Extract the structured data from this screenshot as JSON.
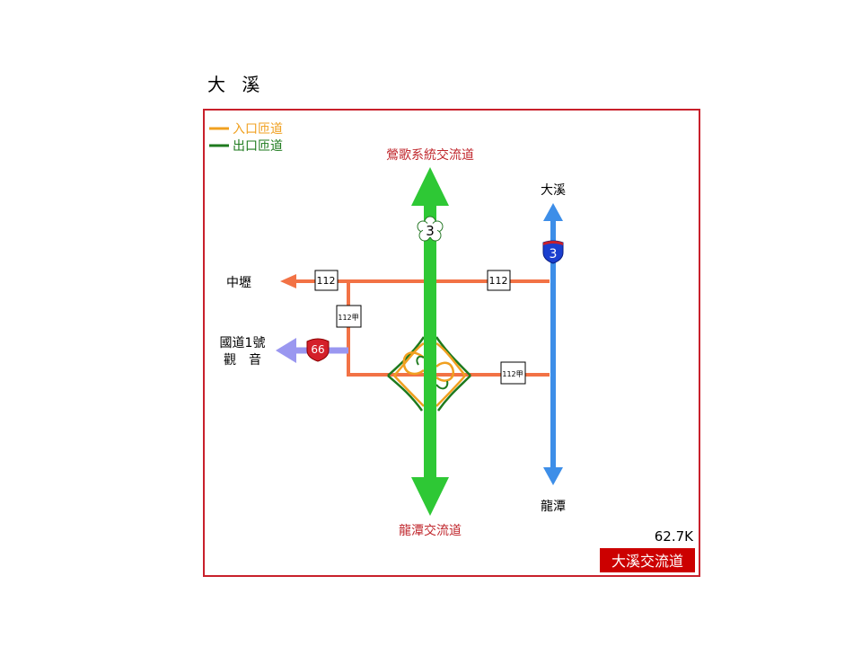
{
  "page_title": "大 溪",
  "legend": {
    "entrance_label": "入口匝道",
    "exit_label": "出口匝道"
  },
  "colors": {
    "frame": "#c8202b",
    "freeway": "#2ec835",
    "expressway": "#3d8ee8",
    "local_road": "#f27245",
    "county_road": "#9a97f0",
    "entrance_ramp": "#f0a020",
    "exit_ramp": "#1e7a1e",
    "name_bg": "#cc0000",
    "dest_text": "#c0272d"
  },
  "destinations": {
    "north_freeway": "鶯歌系統交流道",
    "south_freeway": "龍潭交流道",
    "north_expressway": "大溪",
    "south_expressway": "龍潭",
    "west_road": "中壢",
    "county_road_line1": "國道1號",
    "county_road_line2": "觀　音"
  },
  "shields": {
    "freeway_3": "3",
    "expressway_3": "3",
    "county_66": "66",
    "road_112_west": "112",
    "road_112_east": "112",
    "road_112a_vertical": "112甲",
    "road_112a_east": "112甲"
  },
  "footer": {
    "distance": "62.7K",
    "interchange_name": "大溪交流道"
  }
}
